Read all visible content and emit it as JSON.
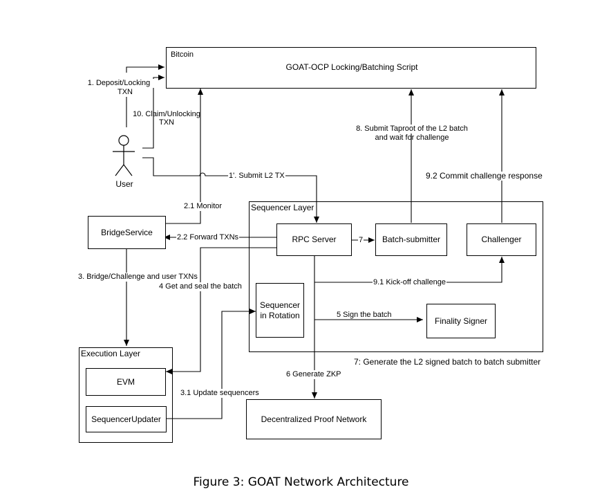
{
  "bitcoin": {
    "title": "Bitcoin",
    "script": "GOAT-OCP Locking/Batching Script"
  },
  "user": {
    "label": "User"
  },
  "bridge": {
    "label": "BridgeService"
  },
  "sequencer_layer": {
    "title": "Sequencer Layer",
    "rpc": "RPC Server",
    "batch_submitter": "Batch-submitter",
    "challenger": "Challenger",
    "sequencer_rotation_line1": "Sequencer",
    "sequencer_rotation_line2": "in Rotation",
    "finality_signer": "Finality Signer"
  },
  "execution_layer": {
    "title": "Execution Layer",
    "evm": "EVM",
    "updater": "SequencerUpdater"
  },
  "proof_network": {
    "label": "Decentralized Proof Network"
  },
  "edges": {
    "deposit_l1": "1. Deposit/Locking",
    "deposit_l2": "TXN",
    "claim_l1": "10. Claim/Unlocking",
    "claim_l2": "TXN",
    "submit_l2": "1'. Submit L2 TX",
    "monitor": "2.1 Monitor",
    "forward": "2.2 Forward TXNs",
    "seven": "7",
    "bridge_challenge": "3. Bridge/Challenge and user TXNs",
    "get_seal": "4 Get and seal the batch",
    "kickoff": "9.1 Kick-off challenge",
    "sign": "5 Sign the batch",
    "generate_l2": "7: Generate the L2 signed batch to batch submitter",
    "zkp": "6  Generate ZKP",
    "update_seq": "3.1 Update sequencers",
    "taproot_l1": "8. Submit Taproot of the L2 batch",
    "taproot_l2": "and wait for challenge",
    "commit": "9.2 Commit challenge response"
  },
  "caption": "Figure 3: GOAT Network Architecture"
}
